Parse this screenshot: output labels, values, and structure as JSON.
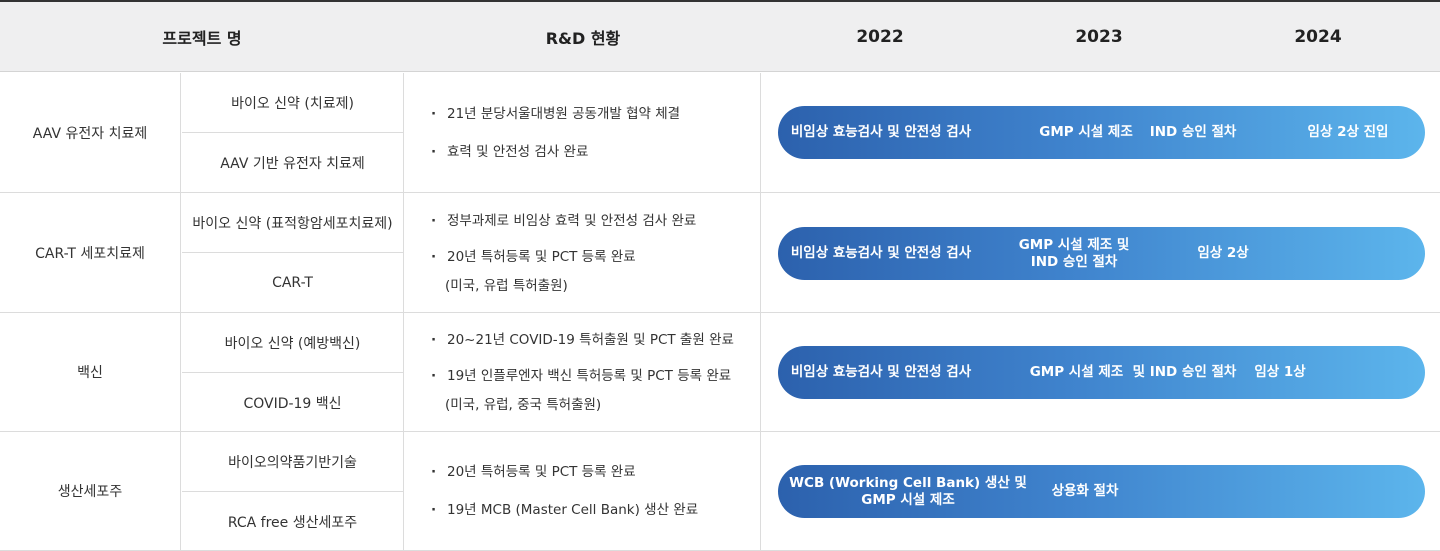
{
  "header": {
    "project": "프로젝트 명",
    "rd": "R&D 현황",
    "years": [
      "2022",
      "2023",
      "2024"
    ]
  },
  "groups": [
    {
      "project": "AAV 유전자 치료제",
      "subs": [
        "바이오 신약 (치료제)",
        "AAV 기반 유전자 치료제"
      ],
      "rd": [
        {
          "line1": "21년 분당서울대병원 공동개발 협약 체결",
          "line2": ""
        },
        {
          "line1": "효력 및 안전성 검사 완료",
          "line2": ""
        }
      ],
      "bar": {
        "s1": "비임상 효능검사 및 안전성 검사",
        "s2": "GMP 시설 제조",
        "s3": "IND 승인 절차",
        "s4": "임상 2상 진입"
      }
    },
    {
      "project": "CAR-T 세포치료제",
      "subs": [
        "바이오 신약 (표적항암세포치료제)",
        "CAR-T"
      ],
      "rd": [
        {
          "line1": "정부과제로 비임상 효력 및 안전성 검사 완료",
          "line2": ""
        },
        {
          "line1": "20년 특허등록 및 PCT 등록 완료",
          "line2": "(미국, 유럽 특허출원)"
        }
      ],
      "bar": {
        "s1": "비임상 효능검사 및 안전성 검사",
        "s2a": "GMP 시설 제조 및",
        "s2b": "IND 승인 절차",
        "s3": "임상 2상"
      }
    },
    {
      "project": "백신",
      "subs": [
        "바이오 신약 (예방백신)",
        "COVID-19 백신"
      ],
      "rd": [
        {
          "line1": "20~21년 COVID-19 특허출원 및 PCT 출원 완료",
          "line2": ""
        },
        {
          "line1": "19년 인플루엔자 백신 특허등록 및 PCT 등록 완료",
          "line2": "(미국, 유럽, 중국 특허출원)"
        }
      ],
      "bar": {
        "s1": "비임상 효능검사 및 안전성 검사",
        "s2": "GMP 시설 제조  및 IND 승인 절차",
        "s3": "임상 1상"
      }
    },
    {
      "project": "생산세포주",
      "subs": [
        "바이오의약품기반기술",
        "RCA free 생산세포주"
      ],
      "rd": [
        {
          "line1": "20년 특허등록 및 PCT 등록 완료",
          "line2": ""
        },
        {
          "line1": "19년 MCB (Master Cell Bank) 생산 완료",
          "line2": ""
        }
      ],
      "bar": {
        "s1a": "WCB (Working Cell Bank) 생산 및",
        "s1b": "GMP 시설 제조",
        "s2": "상용화 절차"
      }
    }
  ]
}
